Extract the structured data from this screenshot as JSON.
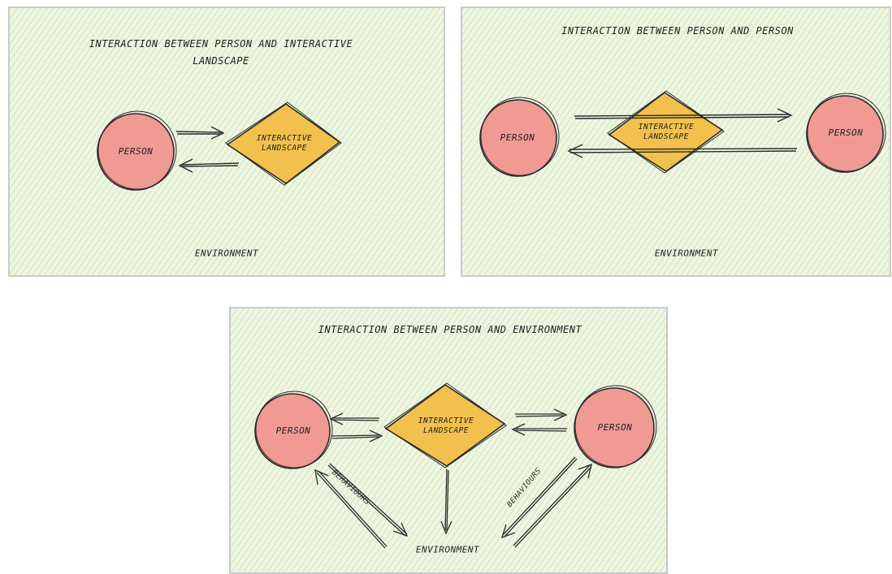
{
  "colors": {
    "background": "#eef6e2",
    "hatch": "#b0cd8c",
    "person_fill": "#f19a94",
    "landscape_fill": "#f2c04c",
    "stroke": "#2a2a2a"
  },
  "panels": [
    {
      "title": "INTERACTION BETWEEN PERSON AND INTERACTIVE LANDSCAPE",
      "person": "PERSON",
      "landscape": "INTERACTIVE LANDSCAPE",
      "environment": "ENVIRONMENT"
    },
    {
      "title": "INTERACTION BETWEEN PERSON AND PERSON",
      "person_left": "PERSON",
      "person_right": "PERSON",
      "landscape": "INTERACTIVE LANDSCAPE",
      "environment": "ENVIRONMENT"
    },
    {
      "title": "INTERACTION BETWEEN PERSON AND ENVIRONMENT",
      "person_left": "PERSON",
      "person_right": "PERSON",
      "landscape": "INTERACTIVE LANDSCAPE",
      "environment": "ENVIRONMENT",
      "behaviours_left": "BEHAVIOURS",
      "behaviours_right": "BEHAVIOURS"
    }
  ]
}
